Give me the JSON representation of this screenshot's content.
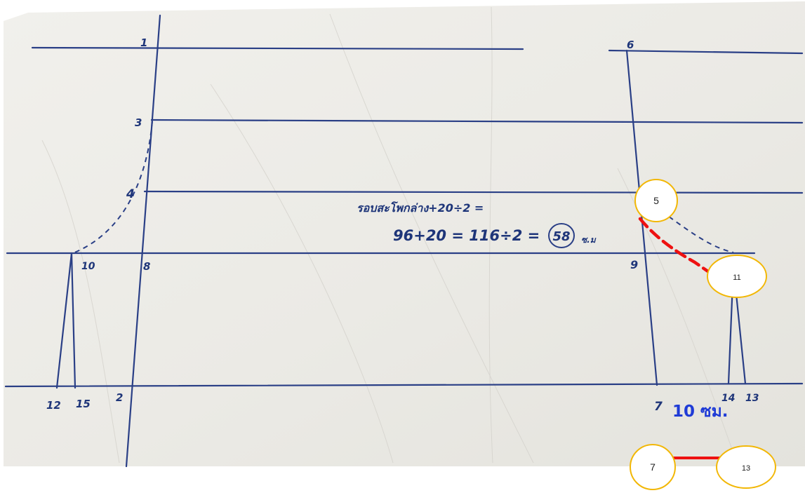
{
  "point_labels": {
    "p1": "1",
    "p2": "2",
    "p3": "3",
    "p4": "4",
    "p6": "6",
    "p7": "7",
    "p8": "8",
    "p9": "9",
    "p10": "10",
    "p12": "12",
    "p14": "14",
    "p15": "15",
    "p13": "13"
  },
  "formula": {
    "line1": "รอบสะโพกล่าง+20÷2 =",
    "line2": "96+20 = 116÷2 =",
    "result": "58",
    "unit": "ซ.ม"
  },
  "callouts": {
    "c5": "5",
    "c11": "11",
    "c7": "7",
    "c13": "13"
  },
  "dimension": {
    "label": "10 ซม."
  },
  "colors": {
    "paper": "#ecebe6",
    "pen": "#2a3f86",
    "callout_fill": "#ffffff",
    "callout_stroke": "#f2b705",
    "annotation": "#ee1111",
    "dimension_text": "#1f3bd6"
  }
}
